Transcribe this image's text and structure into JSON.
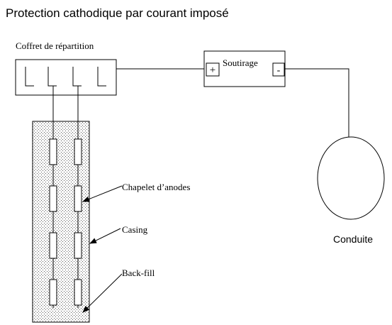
{
  "title": "Protection cathodique par courant imposé",
  "labels": {
    "coffret": "Coffret de répartition",
    "soutirage": "Soutirage",
    "plus": "+",
    "minus": "-",
    "chapelet": "Chapelet d’anodes",
    "casing": "Casing",
    "backfill": "Back-fill",
    "conduite": "Conduite"
  },
  "colors": {
    "stroke": "#000000",
    "background": "#ffffff",
    "stipple": "#555555"
  }
}
